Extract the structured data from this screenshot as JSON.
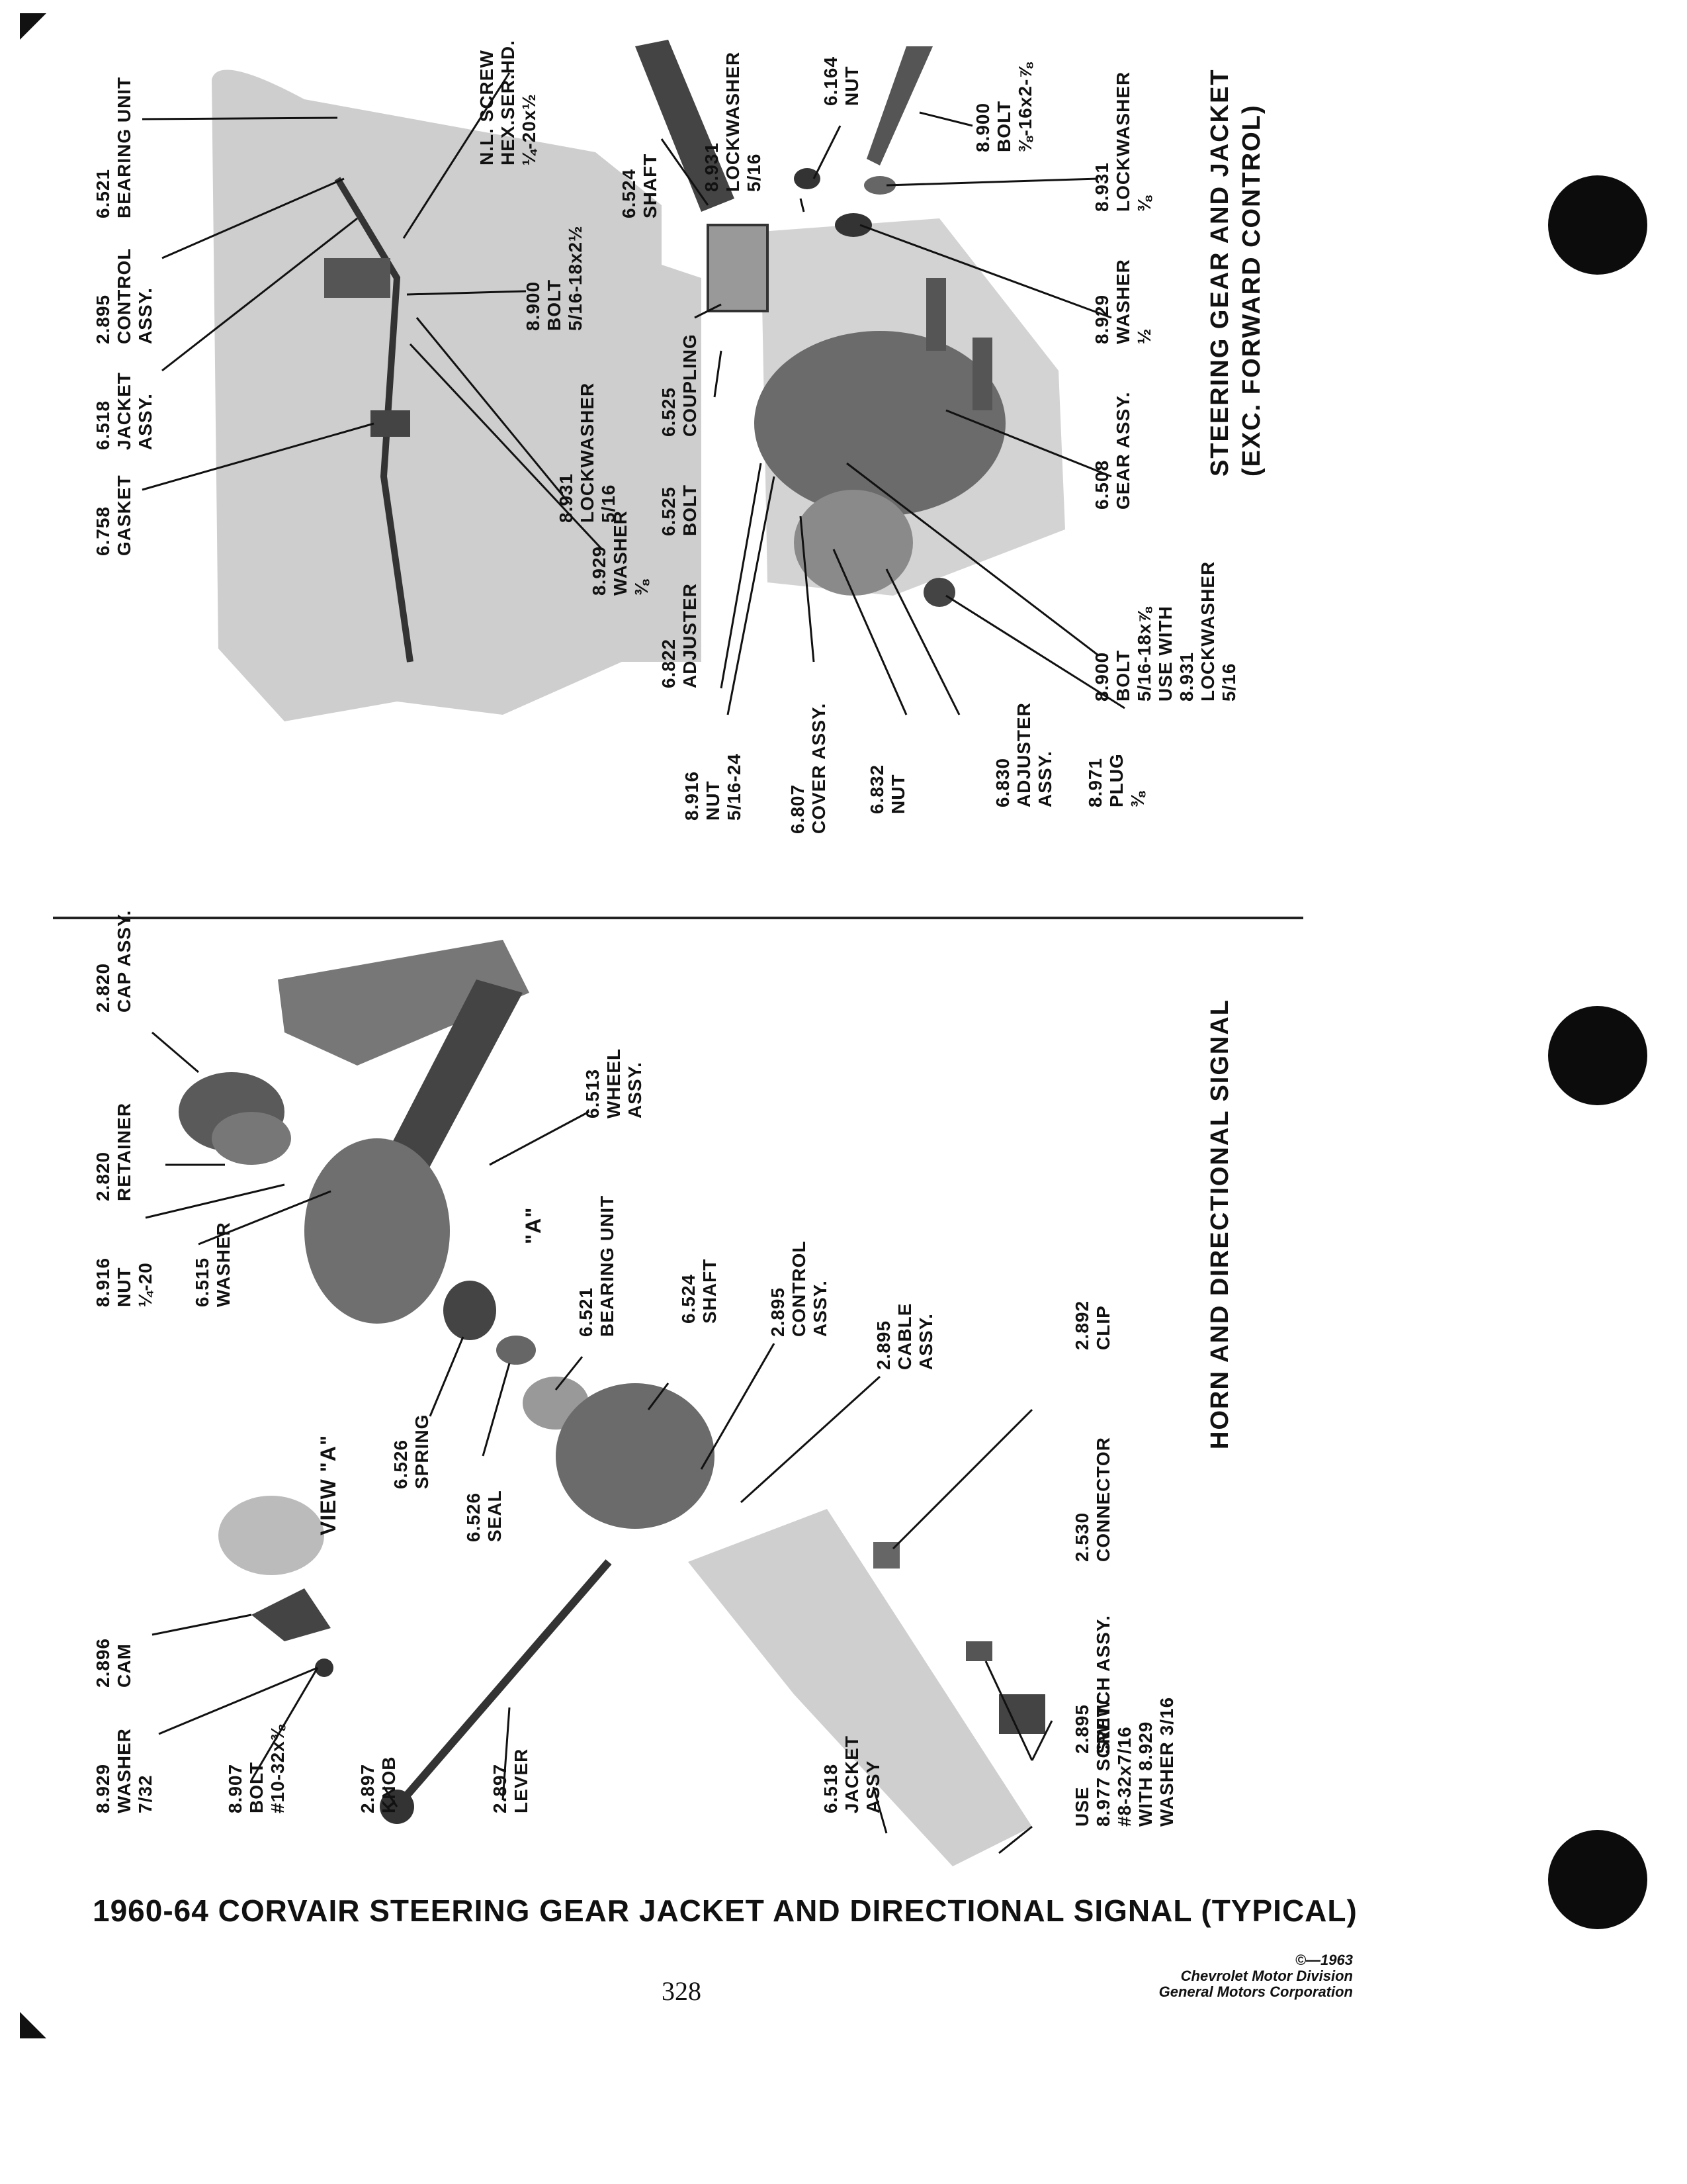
{
  "caption": "1960-64 CORVAIR STEERING GEAR JACKET AND DIRECTIONAL SIGNAL (TYPICAL)",
  "page_number": "328",
  "copyright": [
    "©—1963",
    "Chevrolet Motor Division",
    "General Motors Corporation"
  ],
  "top_panel": {
    "title_line1": "STEERING GEAR AND JACKET",
    "title_line2": "(EXC. FORWARD CONTROL)",
    "labels": [
      [
        "6.521",
        "BEARING UNIT"
      ],
      [
        "2.895",
        "CONTROL",
        "ASSY."
      ],
      [
        "6.518",
        "JACKET",
        "ASSY."
      ],
      [
        "6.758",
        "GASKET"
      ],
      [
        "N.L. SCREW",
        "HEX.SER.HD.",
        "¼-20x½"
      ],
      [
        "8.900",
        "BOLT",
        "5/16-18x2½"
      ],
      [
        "8.931",
        "LOCKWASHER",
        "5/16"
      ],
      [
        "8.929",
        "WASHER",
        "⅜"
      ],
      [
        "6.524",
        "SHAFT"
      ],
      [
        "6.525",
        "COUPLING"
      ],
      [
        "6.525",
        "BOLT"
      ],
      [
        "6.822",
        "ADJUSTER"
      ],
      [
        "8.916",
        "NUT",
        "5/16-24"
      ],
      [
        "6.807",
        "COVER ASSY."
      ],
      [
        "6.832",
        "NUT"
      ],
      [
        "6.830",
        "ADJUSTER",
        "ASSY."
      ],
      [
        "8.971",
        "PLUG",
        "⅜"
      ],
      [
        "8.931",
        "LOCKWASHER",
        "5/16"
      ],
      [
        "6.164",
        "NUT"
      ],
      [
        "8.900",
        "BOLT",
        "⅜-16x2-⅞"
      ],
      [
        "8.931",
        "LOCKWASHER",
        "⅜"
      ],
      [
        "8.929",
        "WASHER",
        "½"
      ],
      [
        "6.508",
        "GEAR ASSY."
      ],
      [
        "8.900",
        "BOLT",
        "5/16-18x⅞",
        "USE WITH",
        "8.931",
        "LOCKWASHER",
        "5/16"
      ]
    ]
  },
  "bottom_panel": {
    "title": "HORN AND DIRECTIONAL SIGNAL",
    "view_label": "VIEW \"A\"",
    "callout_a": "\"A\"",
    "labels": [
      [
        "2.820",
        "CAP ASSY."
      ],
      [
        "2.820",
        "RETAINER"
      ],
      [
        "8.916",
        "NUT",
        "¼-20"
      ],
      [
        "6.515",
        "WASHER"
      ],
      [
        "6.513",
        "WHEEL",
        "ASSY."
      ],
      [
        "6.521",
        "BEARING UNIT"
      ],
      [
        "6.524",
        "SHAFT"
      ],
      [
        "2.895",
        "CONTROL",
        "ASSY."
      ],
      [
        "2.895",
        "CABLE",
        "ASSY."
      ],
      [
        "2.892",
        "CLIP"
      ],
      [
        "6.526",
        "SPRING"
      ],
      [
        "6.526",
        "SEAL"
      ],
      [
        "2.530",
        "CONNECTOR"
      ],
      [
        "2.895",
        "SWITCH ASSY."
      ],
      [
        "2.896",
        "CAM"
      ],
      [
        "8.929",
        "WASHER",
        "7/32"
      ],
      [
        "8.907",
        "BOLT",
        "#10-32x⅜"
      ],
      [
        "2.897",
        "KNOB"
      ],
      [
        "2.897",
        "LEVER"
      ],
      [
        "6.518",
        "JACKET",
        "ASSY"
      ],
      [
        "USE",
        "8.977 SCREW",
        "#8-32x7/16",
        "WITH 8.929",
        "WASHER 3/16"
      ]
    ]
  }
}
